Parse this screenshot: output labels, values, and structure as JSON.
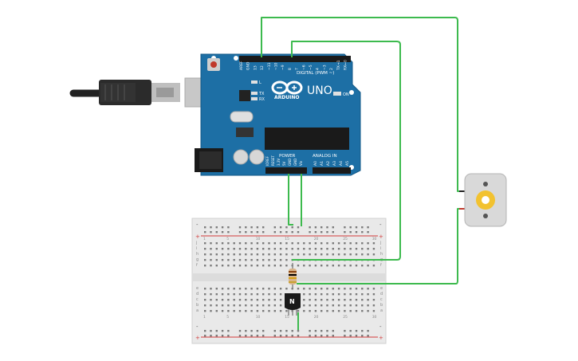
{
  "canvas": {
    "background": "#ffffff"
  },
  "arduino": {
    "brand": "ARDUINO",
    "model": "UNO",
    "digital_header_label": "DIGITAL (PWM ~)",
    "power_header_label": "POWER",
    "analog_header_label": "ANALOG IN",
    "on_led_label": "ON",
    "l_led_label": "L",
    "tx_label": "TX",
    "rx_label": "RX",
    "digital_pins": [
      "AREF",
      "GND",
      "13",
      "12",
      "~11",
      "~10",
      "~9",
      "8",
      "7",
      "~6",
      "~5",
      "4",
      "~3",
      "2",
      "TX→1",
      "RX←0"
    ],
    "power_pins": [
      "IOREF",
      "RESET",
      "3.3V",
      "5V",
      "GND",
      "GND",
      "Vin"
    ],
    "analog_pins": [
      "A0",
      "A1",
      "A2",
      "A3",
      "A4",
      "A5"
    ],
    "board_color": "#1d6fa5"
  },
  "breadboard": {
    "row_letters_top": [
      "j",
      "i",
      "h",
      "g",
      "f"
    ],
    "row_letters_bottom": [
      "e",
      "d",
      "c",
      "b",
      "a"
    ],
    "plus_label": "+",
    "minus_label": "-",
    "column_numbers": [
      "1",
      "5",
      "10",
      "15",
      "20",
      "25",
      "30"
    ]
  },
  "transistor": {
    "label": "N",
    "color": "#1a1a1a"
  },
  "motor": {
    "color": "#d9d9d9",
    "gear_color": "#f2c230"
  },
  "wire_color": "#3dba4e",
  "usb_cable_color": "#222222"
}
